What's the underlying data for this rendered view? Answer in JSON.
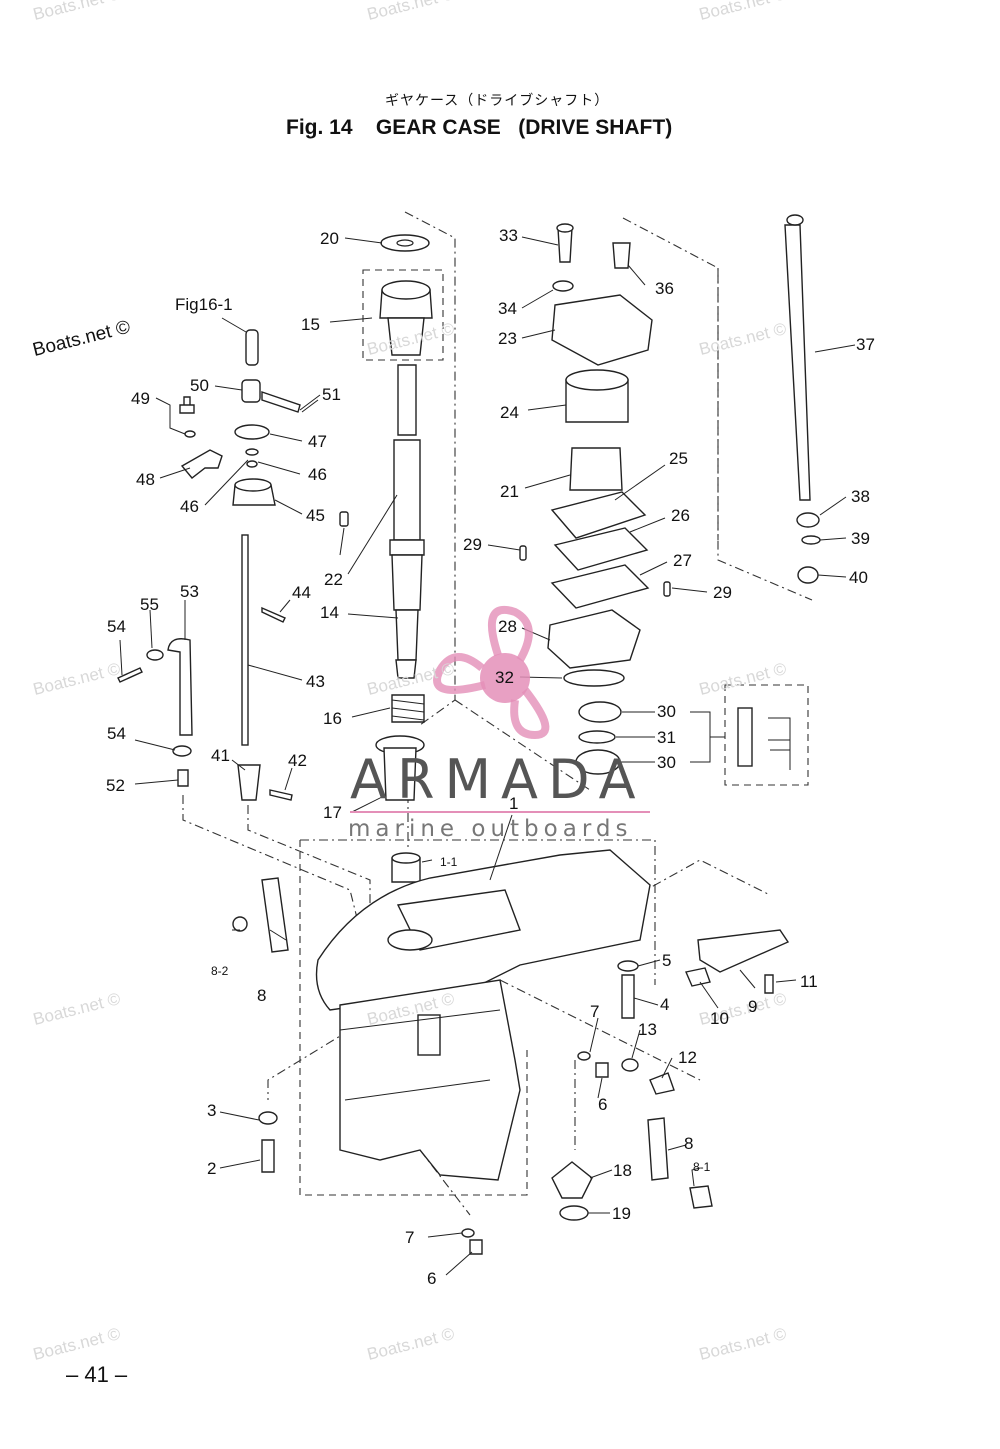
{
  "header": {
    "jp_title": "ギヤケース（ドライブシャフト）",
    "title": "Fig. 14    GEAR CASE   (DRIVE SHAFT)"
  },
  "watermark": {
    "text": "Boats.net ©",
    "dark_text": "Boats.net ©"
  },
  "logo": {
    "name": "ARMADA",
    "tagline": "marine outboards",
    "accent_color": "#e48fb8"
  },
  "callouts": {
    "fig_ref": "Fig16-1",
    "p1": "1",
    "p1_1": "1-1",
    "p2": "2",
    "p3": "3",
    "p4": "4",
    "p5": "5",
    "p6a": "6",
    "p6b": "6",
    "p7a": "7",
    "p7b": "7",
    "p8a": "8",
    "p8b": "8",
    "p8_1": "8-1",
    "p8_2": "8-2",
    "p9": "9",
    "p10": "10",
    "p11": "11",
    "p12": "12",
    "p13": "13",
    "p14": "14",
    "p15": "15",
    "p16": "16",
    "p17": "17",
    "p18": "18",
    "p19": "19",
    "p20": "20",
    "p21": "21",
    "p22": "22",
    "p23": "23",
    "p24": "24",
    "p25": "25",
    "p26": "26",
    "p27": "27",
    "p28": "28",
    "p29a": "29",
    "p29b": "29",
    "p30a": "30",
    "p30b": "30",
    "p31": "31",
    "p32": "32",
    "p33": "33",
    "p34": "34",
    "p36": "36",
    "p37": "37",
    "p38": "38",
    "p39": "39",
    "p40": "40",
    "p41": "41",
    "p42": "42",
    "p43": "43",
    "p44": "44",
    "p45": "45",
    "p46a": "46",
    "p46b": "46",
    "p47": "47",
    "p48": "48",
    "p49": "49",
    "p50": "50",
    "p51": "51",
    "p52": "52",
    "p53": "53",
    "p54a": "54",
    "p54b": "54",
    "p55": "55"
  },
  "footer": {
    "page_number": "– 41 –"
  }
}
